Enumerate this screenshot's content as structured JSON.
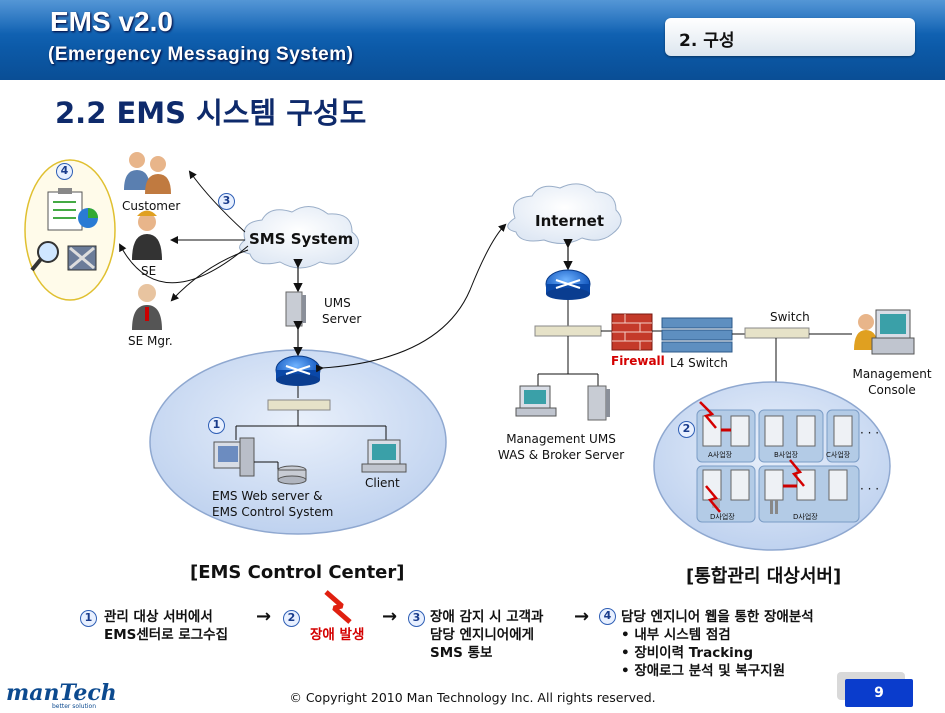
{
  "header": {
    "title": "EMS v2.0",
    "subtitle": "(Emergency Messaging System)",
    "section_tab": "2. 구성"
  },
  "page_title": "2.2 EMS 시스템 구성도",
  "diagram": {
    "badges": [
      "1",
      "2",
      "3",
      "4"
    ],
    "clouds": {
      "sms": "SMS System",
      "internet": "Internet"
    },
    "people": {
      "customer": "Customer",
      "se": "SE",
      "se_mgr": "SE Mgr."
    },
    "ums_server": [
      "UMS",
      "Server"
    ],
    "ems_web_server": [
      "EMS Web server &",
      "EMS Control System"
    ],
    "client": "Client",
    "firewall": "Firewall",
    "l4_switch": "L4 Switch",
    "switch": "Switch",
    "management_console": [
      "Management",
      "Console"
    ],
    "mgmt_ums": [
      "Management  UMS",
      "WAS & Broker Server"
    ],
    "server_groups": [
      "A사업장",
      "B사업장",
      "C사업장",
      "D사업장",
      "D사업장"
    ],
    "ellipsis": "· · ·"
  },
  "sections": {
    "control_center": "[EMS Control Center]",
    "managed_servers": "[통합관리 대상서버]"
  },
  "steps": [
    {
      "num": "1",
      "lines": [
        "관리 대상 서버에서",
        "EMS센터로 로그수집"
      ]
    },
    {
      "num": "2",
      "lines": [
        "장애 발생"
      ]
    },
    {
      "num": "3",
      "lines": [
        "장애 감지 시 고객과",
        "담당 엔지니어에게",
        "SMS 통보"
      ]
    },
    {
      "num": "4",
      "lines": [
        "담당 엔지니어 웹을 통한 장애분석",
        "• 내부 시스템 점검",
        "• 장비이력 Tracking",
        "• 장애로그 분석 및 복구지원"
      ]
    }
  ],
  "arrow": "→",
  "footer": {
    "copyright": "© Copyright 2010 Man Technology Inc. All rights reserved.",
    "logo": "manTech",
    "logo_tagline": "better solution",
    "page_number": "9"
  },
  "colors": {
    "header_blue": "#0c5aa8",
    "alert_red": "#d40000",
    "title_navy": "#0e2a6b",
    "page_num_blue": "#0a3ccc"
  }
}
